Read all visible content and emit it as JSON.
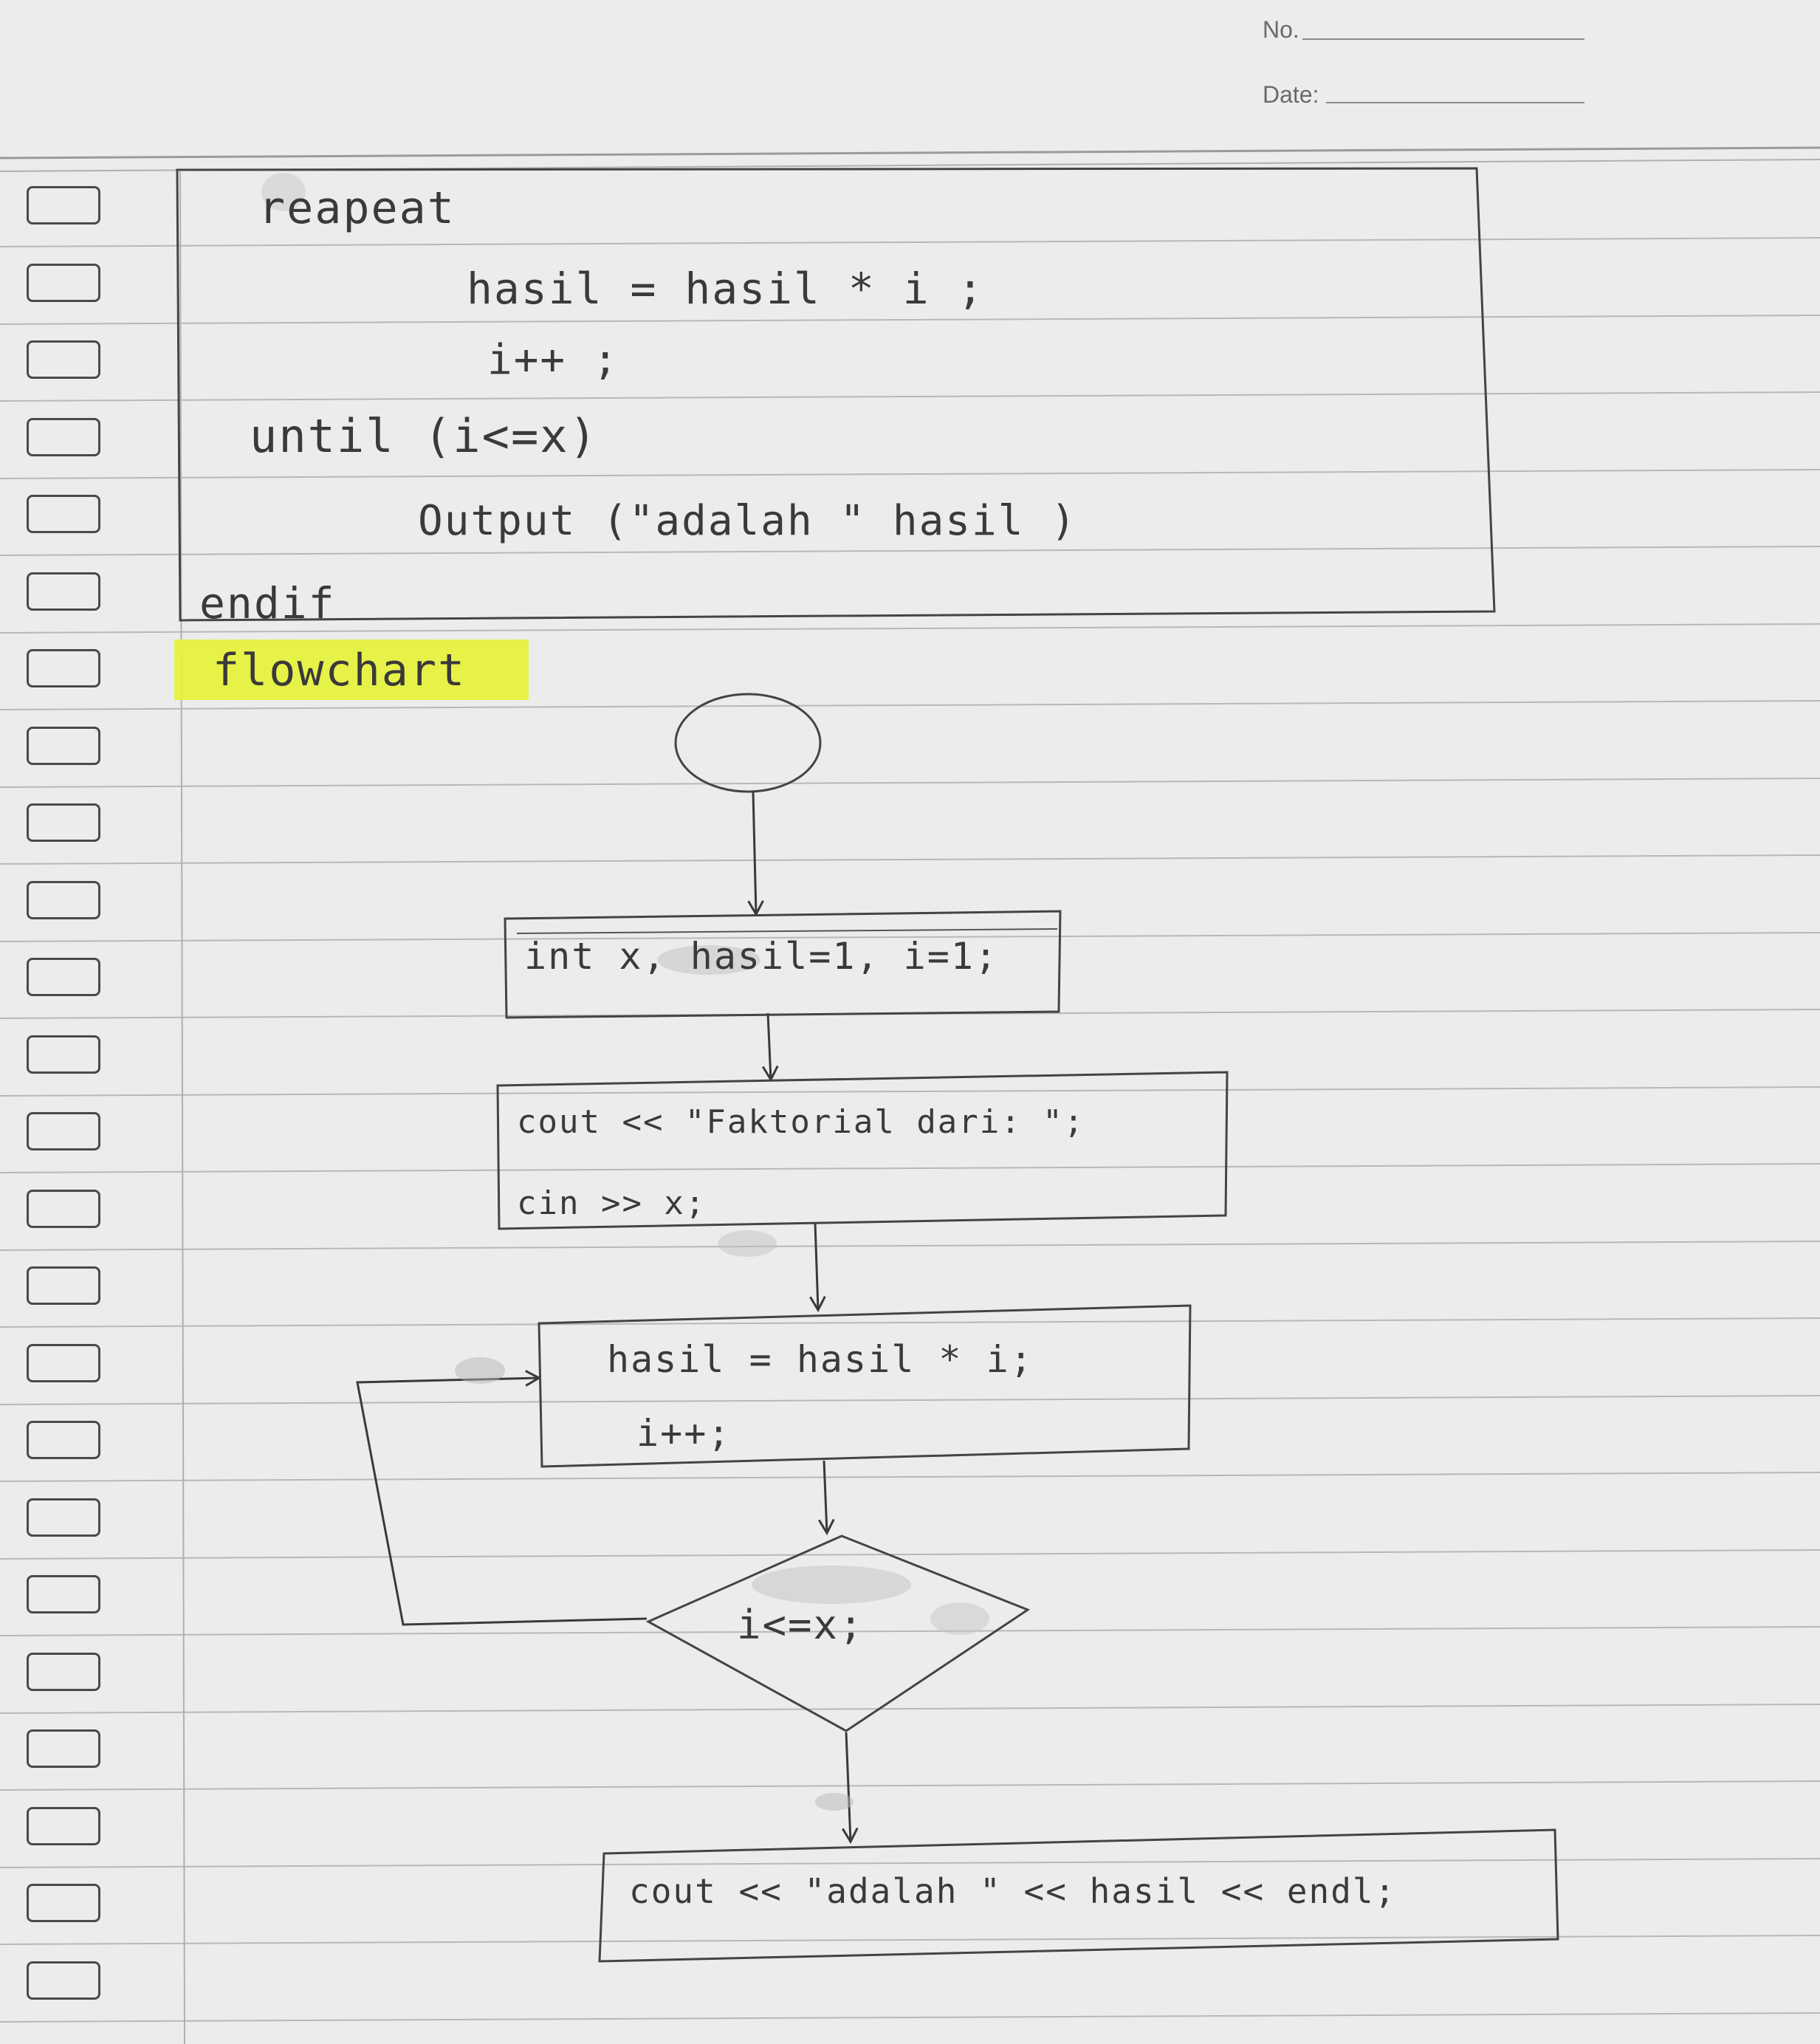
{
  "header": {
    "no_label": "No.",
    "date_label": "Date:"
  },
  "code_box": {
    "lines": {
      "repeat": "reapeat",
      "body1": "hasil = hasil * i ;",
      "body2": "i++ ;",
      "until": "until (i<=x)",
      "output": "Output (\"adalah \" hasil )",
      "endif": "endif"
    }
  },
  "section_heading": "flowchart",
  "flowchart": {
    "declare": "int x, hasil=1, i=1;",
    "input_line1": "cout << \"Faktorial dari: \";",
    "input_line2": "cin >> x;",
    "process_line1": "hasil = hasil * i;",
    "process_line2": "i++;",
    "decision": "i<=x;",
    "output": "cout << \"adalah \" << hasil << endl;"
  },
  "colors": {
    "paper": "#ececec",
    "rule": "#b8b8b8",
    "ink": "#3a3a3a",
    "highlighter": "#e6f23a"
  }
}
